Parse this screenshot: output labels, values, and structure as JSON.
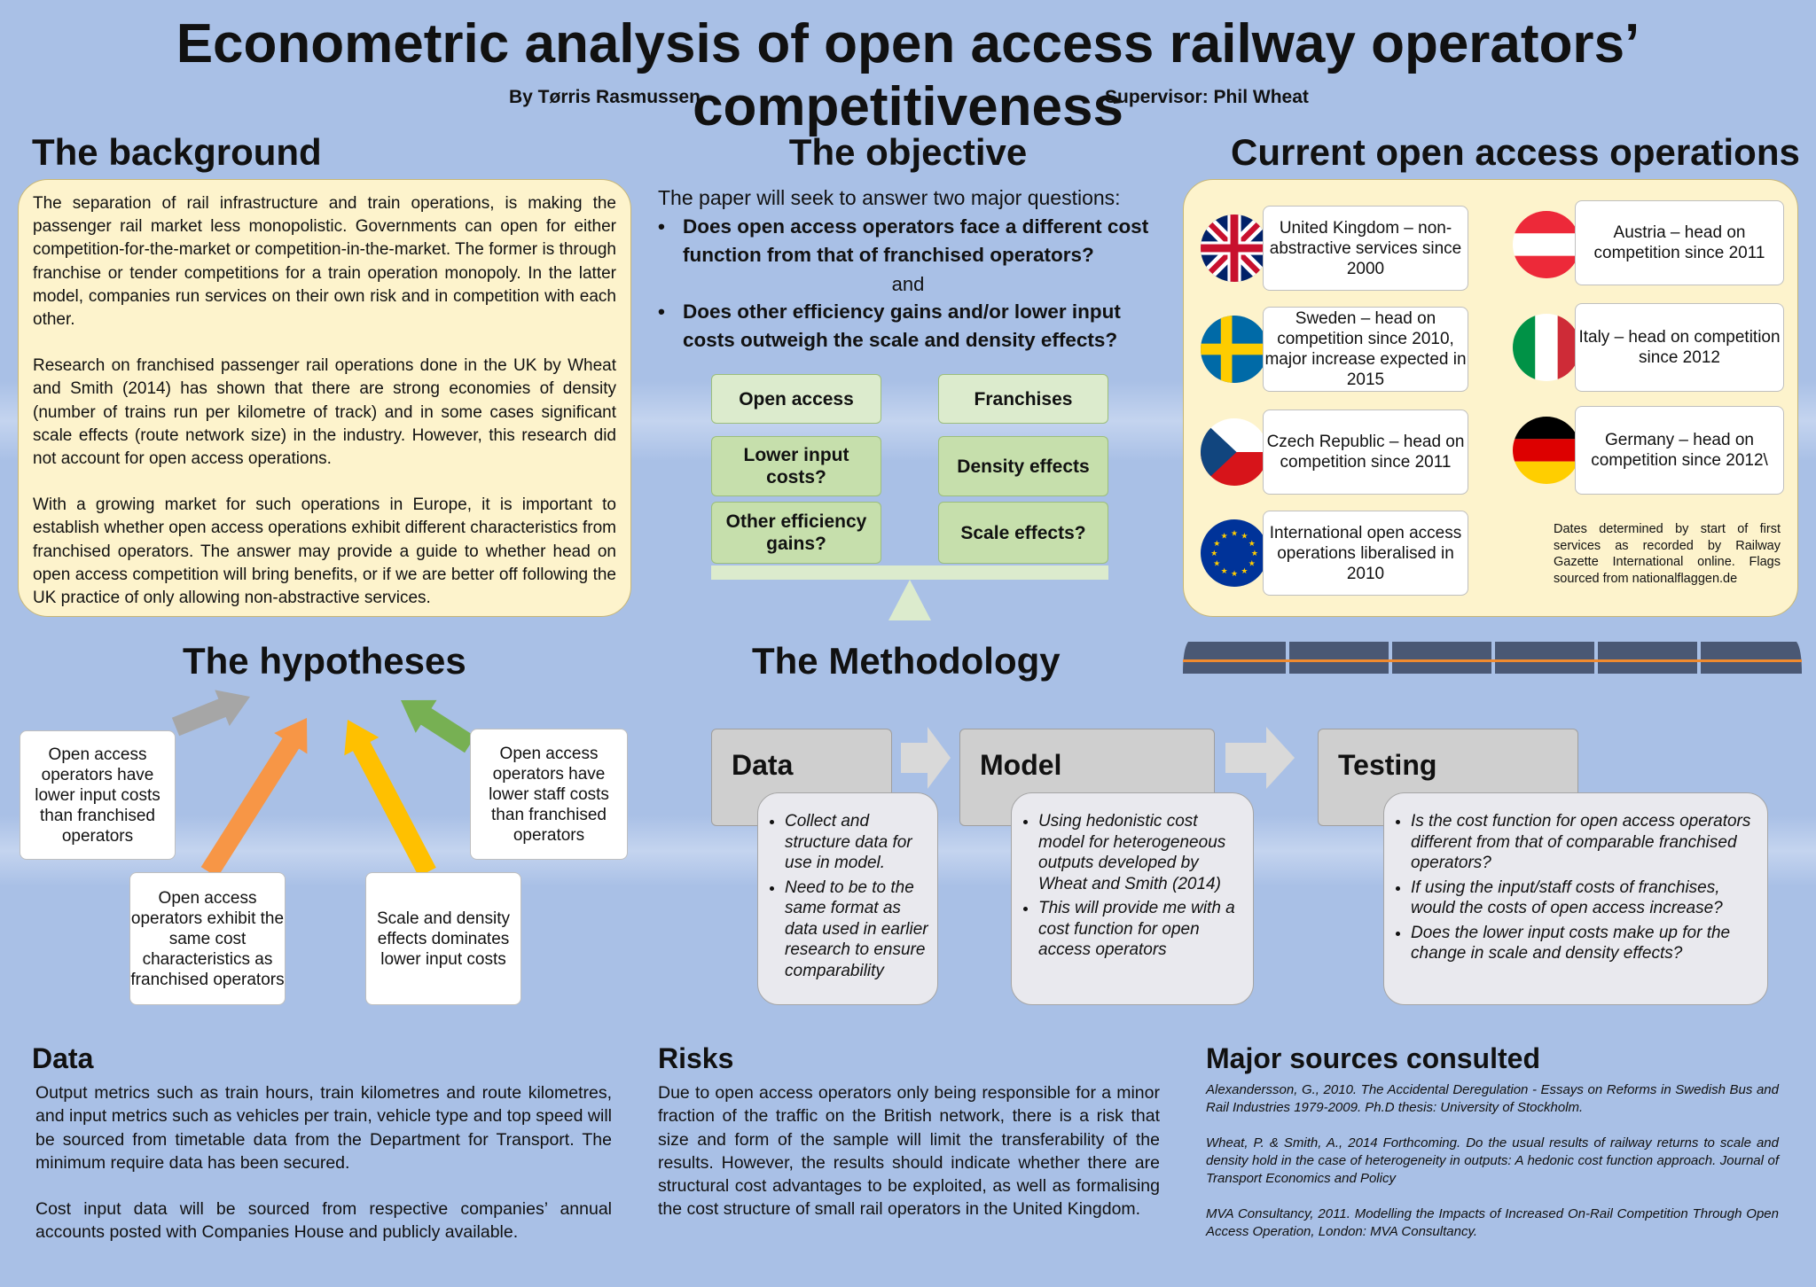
{
  "title": "Econometric analysis of open access railway operators’ competitiveness",
  "author": "By Tørris Rasmussen",
  "supervisor": "Supervisor: Phil Wheat",
  "background": {
    "heading": "The background",
    "paragraphs": [
      "The separation of rail infrastructure and train operations, is making the passenger rail market less monopolistic. Governments can open for either competition-for-the-market or competition-in-the-market. The former is through franchise or tender competitions for a train operation monopoly. In the latter model, companies run services on their own risk and in competition with each other.",
      "Research on franchised passenger rail operations done in the UK by Wheat and Smith (2014) has shown that there are strong economies of density (number of trains run per kilometre of track) and in some cases significant scale effects (route network size) in the industry. However, this research did not account for open access operations.",
      "With a growing market for such operations in Europe, it is important to establish whether open access operations exhibit different characteristics from franchised operators. The answer may provide a guide to whether head on open access competition will bring benefits, or if we are better off following the UK practice of only allowing non-abstractive services."
    ]
  },
  "objective": {
    "heading": "The objective",
    "intro": "The paper will seek to answer two major questions:",
    "q1": "Does open access operators face a different cost function  from that of franchised operators?",
    "and": "and",
    "q2": "Does other efficiency gains and/or lower input costs outweigh the scale and density effects?",
    "bullet": "•",
    "scale": {
      "left_header": "Open access",
      "right_header": "Franchises",
      "left_items": [
        "Lower input costs?",
        "Other efficiency gains?"
      ],
      "right_items": [
        "Density effects",
        "Scale effects?"
      ]
    }
  },
  "operations": {
    "heading": "Current open access operations",
    "left": [
      {
        "flag": "uk-flag-icon",
        "text": "United Kingdom – non-abstractive services since 2000"
      },
      {
        "flag": "sweden-flag-icon",
        "text": "Sweden – head on competition since 2010, major increase expected in 2015"
      },
      {
        "flag": "czech-flag-icon",
        "text": "Czech Republic – head on competition since 2011"
      },
      {
        "flag": "eu-flag-icon",
        "text": "International open access operations liberalised in 2010"
      }
    ],
    "right": [
      {
        "flag": "austria-flag-icon",
        "text": "Austria – head on competition since 2011"
      },
      {
        "flag": "italy-flag-icon",
        "text": "Italy – head on competition since 2012"
      },
      {
        "flag": "germany-flag-icon",
        "text": "Germany – head on competition since 2012\\"
      }
    ],
    "note": "Dates determined by start of first services as recorded by Railway Gazette International online. Flags sourced from nationalflaggen.de",
    "colors": {
      "uk_blue": "#012169",
      "uk_red": "#C8102E",
      "sweden_blue": "#006AA7",
      "sweden_yellow": "#FECC00",
      "czech_blue": "#11457E",
      "czech_red": "#D7141A",
      "eu_blue": "#003399",
      "eu_gold": "#FFCC00",
      "austria_red": "#ED2939",
      "italy_green": "#009246",
      "italy_red": "#CE2B37",
      "germany_red": "#DD0000",
      "germany_gold": "#FFCE00"
    }
  },
  "hypotheses": {
    "heading": "The hypotheses",
    "items": [
      "Open access operators have lower input costs than franchised operators",
      "Open access operators exhibit the same cost characteristics as franchised operators",
      "Scale and density effects dominates lower input costs",
      "Open access operators have lower staff costs than franchised operators"
    ],
    "colors": {
      "grey": "#a6a6a6",
      "orange": "#f79646",
      "yellow": "#ffc000",
      "green": "#77b053"
    }
  },
  "methodology": {
    "heading": "The Methodology",
    "steps": [
      {
        "title": "Data",
        "points": [
          "Collect and structure data for use in model.",
          "Need to be to the same format as data used in earlier research to ensure comparability"
        ]
      },
      {
        "title": "Model",
        "points": [
          "Using hedonistic cost model for heterogeneous outputs developed by Wheat and Smith (2014)",
          "This will provide me with a cost function for open access operators"
        ]
      },
      {
        "title": "Testing",
        "points": [
          "Is the cost function for open access operators different from that of comparable franchised operators?",
          "If using the input/staff costs of franchises, would the costs of open access increase?",
          "Does the lower input costs make up for the change in scale and density effects?"
        ]
      }
    ]
  },
  "data_section": {
    "heading": "Data",
    "paragraphs": [
      "Output metrics such as train hours, train kilometres and route kilometres, and input metrics such as vehicles per train, vehicle type and top speed will be sourced from timetable data from the Department for Transport. The minimum require data has been secured.",
      "Cost input data will be sourced from respective companies’ annual accounts posted  with Companies House and publicly available."
    ]
  },
  "risks": {
    "heading": "Risks",
    "text": "Due to open access operators only being responsible for a minor fraction of the traffic on the British network, there is a risk that size and form of the sample will limit the transferability of the results. However, the results should indicate whether there are structural cost advantages to be exploited, as well as formalising the cost structure of small rail operators in the United Kingdom."
  },
  "sources": {
    "heading": "Major sources consulted",
    "items": [
      "Alexandersson, G., 2010. The Accidental Deregulation - Essays on Reforms in Swedish Bus and Rail Industries 1979-2009. Ph.D thesis: University of Stockholm.",
      "Wheat, P. & Smith, A., 2014 Forthcoming. Do the usual results of railway returns to scale and density hold in the case of heterogeneity in outputs: A hedonic cost function approach. Journal of Transport Economics and Policy",
      "MVA Consultancy, 2011. Modelling the Impacts of Increased On-Rail Competition Through Open Access Operation, London: MVA Consultancy."
    ]
  }
}
